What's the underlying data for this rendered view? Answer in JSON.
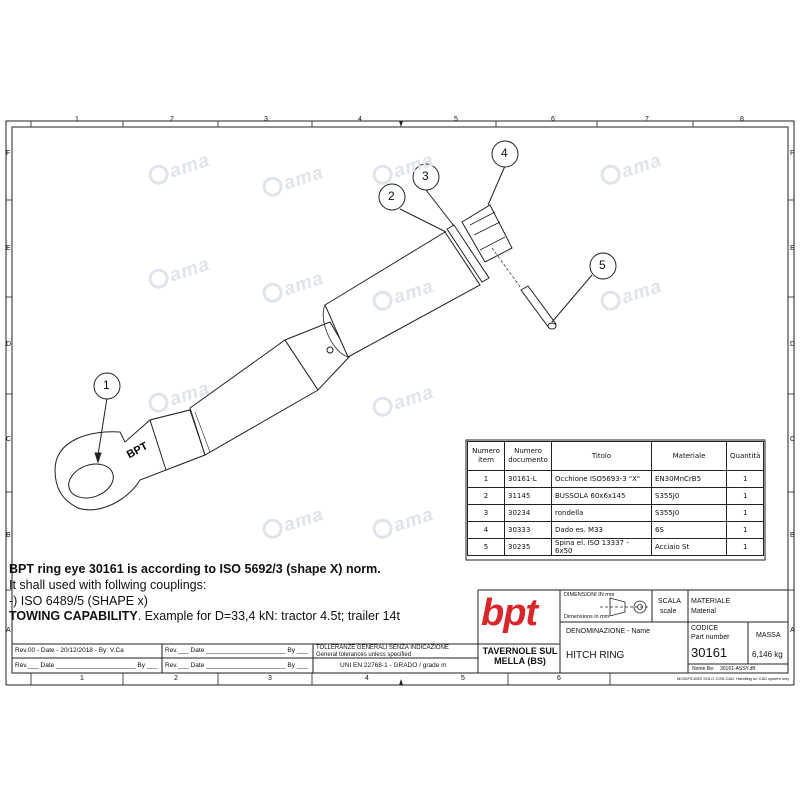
{
  "frame": {
    "col_numbers_top": [
      "1",
      "2",
      "3",
      "4",
      "5",
      "6",
      "7",
      "8"
    ],
    "col_numbers_bottom": [
      "1",
      "2",
      "3",
      "4",
      "5",
      "6"
    ],
    "row_letters": [
      "F",
      "E",
      "D",
      "C",
      "B",
      "A"
    ]
  },
  "watermark": {
    "text": "ama"
  },
  "balloons": [
    "1",
    "2",
    "3",
    "4",
    "5"
  ],
  "eye_marking": "BPT",
  "notes": {
    "line1": "BPT ring eye 30161 is according to ISO 5692/3 (shape X) norm.",
    "line2": "It  shall used with follwing couplings:",
    "line3": "-) ISO 6489/5 (SHAPE x)",
    "line4_bold": "TOWING CAPABILITY",
    "line4_rest": ". Example for D=33,4 kN: tractor 4.5t; trailer 14t"
  },
  "parts_table": {
    "headers": [
      "Numero item",
      "Numero documento",
      "Titolo",
      "Materiale",
      "Quantità"
    ],
    "rows": [
      [
        "1",
        "30161-L",
        "Occhione ISO5693-3 \"X\"",
        "EN30MnCrB5",
        "1"
      ],
      [
        "2",
        "31145",
        "BUSSOLA 60x6x145",
        "S355J0",
        "1"
      ],
      [
        "3",
        "30234",
        "rondella",
        "S355J0",
        "1"
      ],
      [
        "4",
        "30333",
        "Dado es. M33",
        "6S",
        "1"
      ],
      [
        "5",
        "30235",
        "Spina el. ISO 13337 - 6x50",
        "Acciaio St",
        "1"
      ]
    ]
  },
  "title_block": {
    "logo": "bpt",
    "company": "TAVERNOLE SUL MELLA (BS)",
    "dim_label_1": "DIMENSIONI IN  mm",
    "dim_label_2": "Dimensions in  mm",
    "scala": "SCALA",
    "scale": "scale",
    "materiale": "MATERIALE",
    "material": "Material",
    "denominazione": "DENOMINAZIONE - Name",
    "name_value": "HITCH RING",
    "codice": "CODICE",
    "part_number_label": "Part number",
    "part_number": "30161",
    "massa": "MASSA",
    "mass_value": "6,146 kg",
    "file_name_label": "Nome file:",
    "file_name": "30161-ASSY.dft",
    "modify_note": "MODIFICARE SOLO CON CAD. Handling on CAD system only",
    "rev_00": "Rev.00 - Date - 20/12/2018 - By: V.Ca",
    "rev_blank": "Rev.___ Date ______________________ By ___",
    "tolerances_1": "TOLLERANZE GENERALI SENZA INDICAZIONE",
    "tolerances_2": "General tolerances unless specified",
    "tolerances_3": "UNI EN 22768-1 - GRADO / grade m"
  }
}
